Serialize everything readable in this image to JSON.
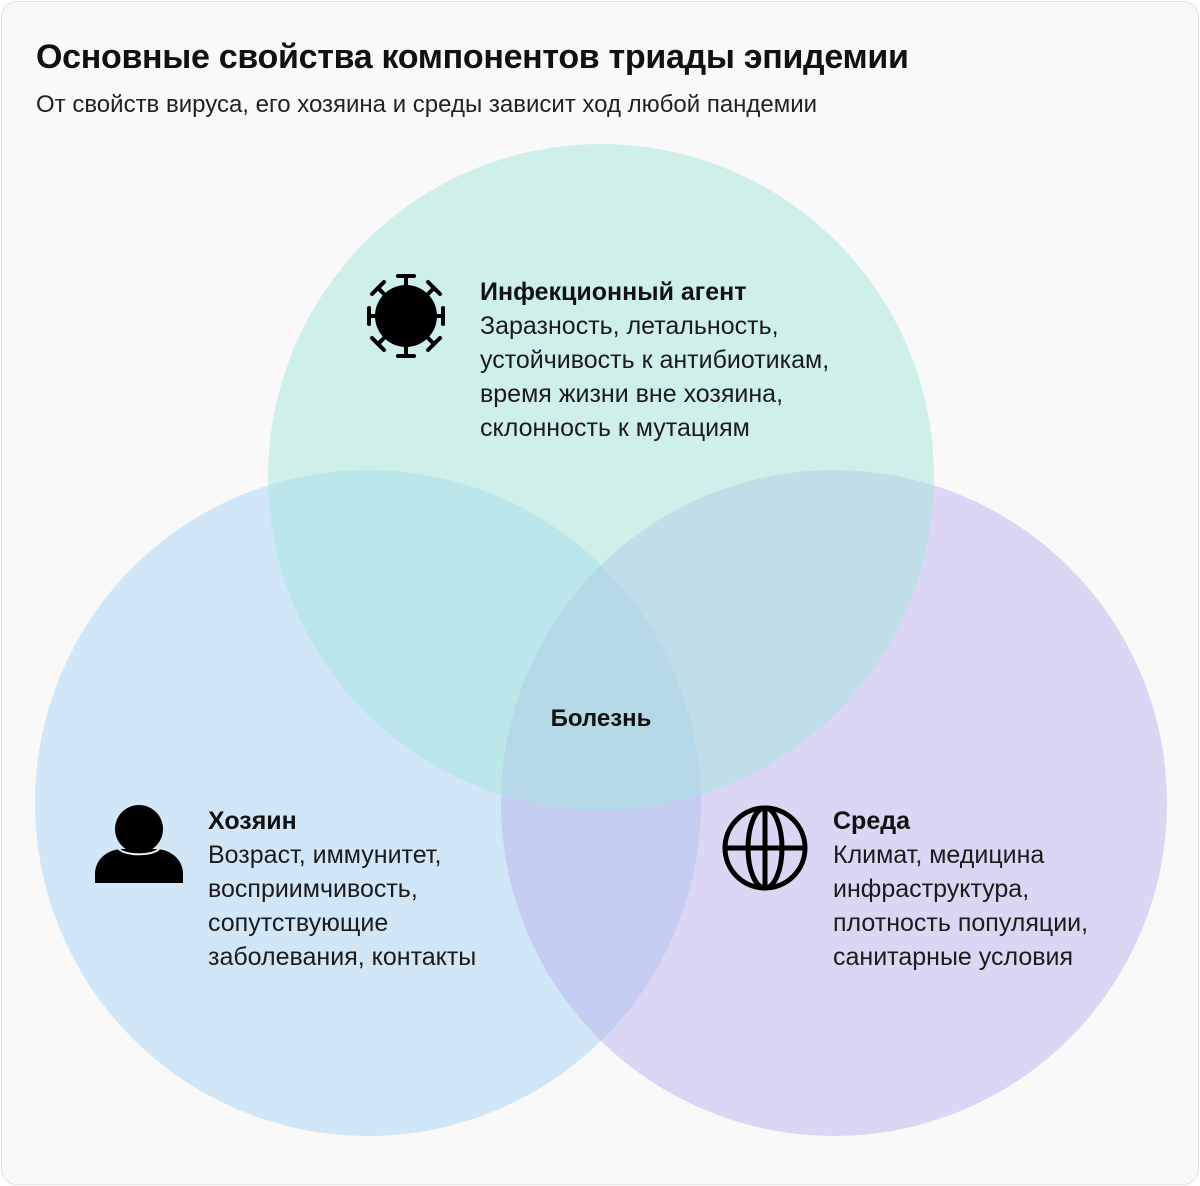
{
  "title": "Основные свойства компонентов триады эпидемии",
  "subtitle": "От свойств вируса, его хозяина и среды зависит ход любой пандемии",
  "colors": {
    "agent_circle": "#a6e6dc",
    "host_circle": "#a9d5f7",
    "environment_circle": "#bcb3ee"
  },
  "agent": {
    "icon": "virus-icon",
    "heading": "Инфекционный агент",
    "lines": [
      "Заразность, летальность,",
      "устойчивость к антибиотикам,",
      "время жизни вне хозяина,",
      "склонность к мутациям"
    ]
  },
  "host": {
    "icon": "person-icon",
    "heading": "Хозяин",
    "lines": [
      "Возраст, иммунитет,",
      "восприимчивость,",
      "сопутствующие",
      "заболевания, контакты"
    ]
  },
  "environment": {
    "icon": "globe-icon",
    "heading": "Среда",
    "lines": [
      "Климат, медицина",
      "инфраструктура,",
      "плотность популяции,",
      "санитарные условия"
    ]
  },
  "center": {
    "label": "Болезнь"
  }
}
